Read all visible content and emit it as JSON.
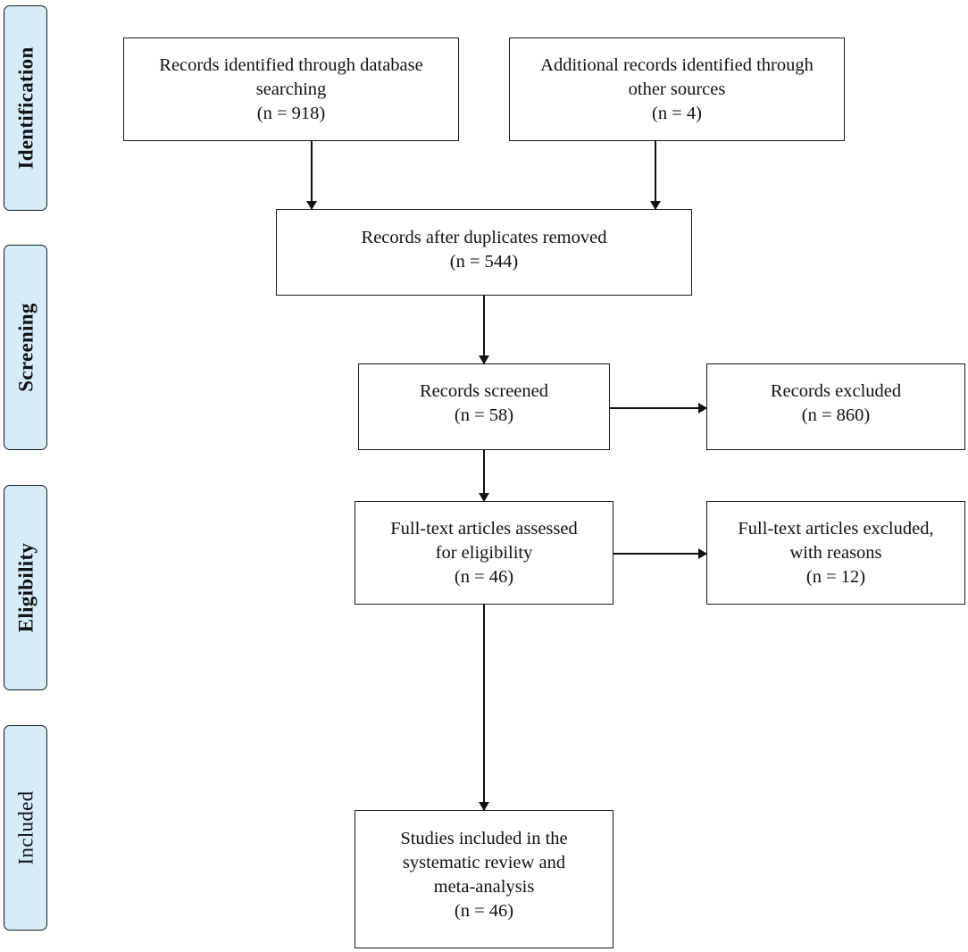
{
  "phases": {
    "identification": "Identification",
    "screening": "Screening",
    "eligibility": "Eligibility",
    "included": "Included"
  },
  "boxes": {
    "database_records": {
      "line1": "Records identified through database",
      "line2": "searching",
      "count": "(n = 918)"
    },
    "other_sources": {
      "line1": "Additional records identified through",
      "line2": "other sources",
      "count": "(n = 4)"
    },
    "duplicates_removed": {
      "line1": "Records after duplicates removed",
      "count": "(n = 544)"
    },
    "screened": {
      "line1": "Records screened",
      "count": "(n = 58)"
    },
    "excluded": {
      "line1": "Records excluded",
      "count": "(n = 860)"
    },
    "fulltext_assessed": {
      "line1": "Full-text articles assessed",
      "line2": "for eligibility",
      "count": "(n = 46)"
    },
    "fulltext_excluded": {
      "line1": "Full-text articles excluded,",
      "line2": "with reasons",
      "count": "(n = 12)"
    },
    "included_studies": {
      "line1": "Studies included in the",
      "line2": "systematic review and",
      "line3": "meta-analysis",
      "count": "(n = 46)"
    }
  }
}
